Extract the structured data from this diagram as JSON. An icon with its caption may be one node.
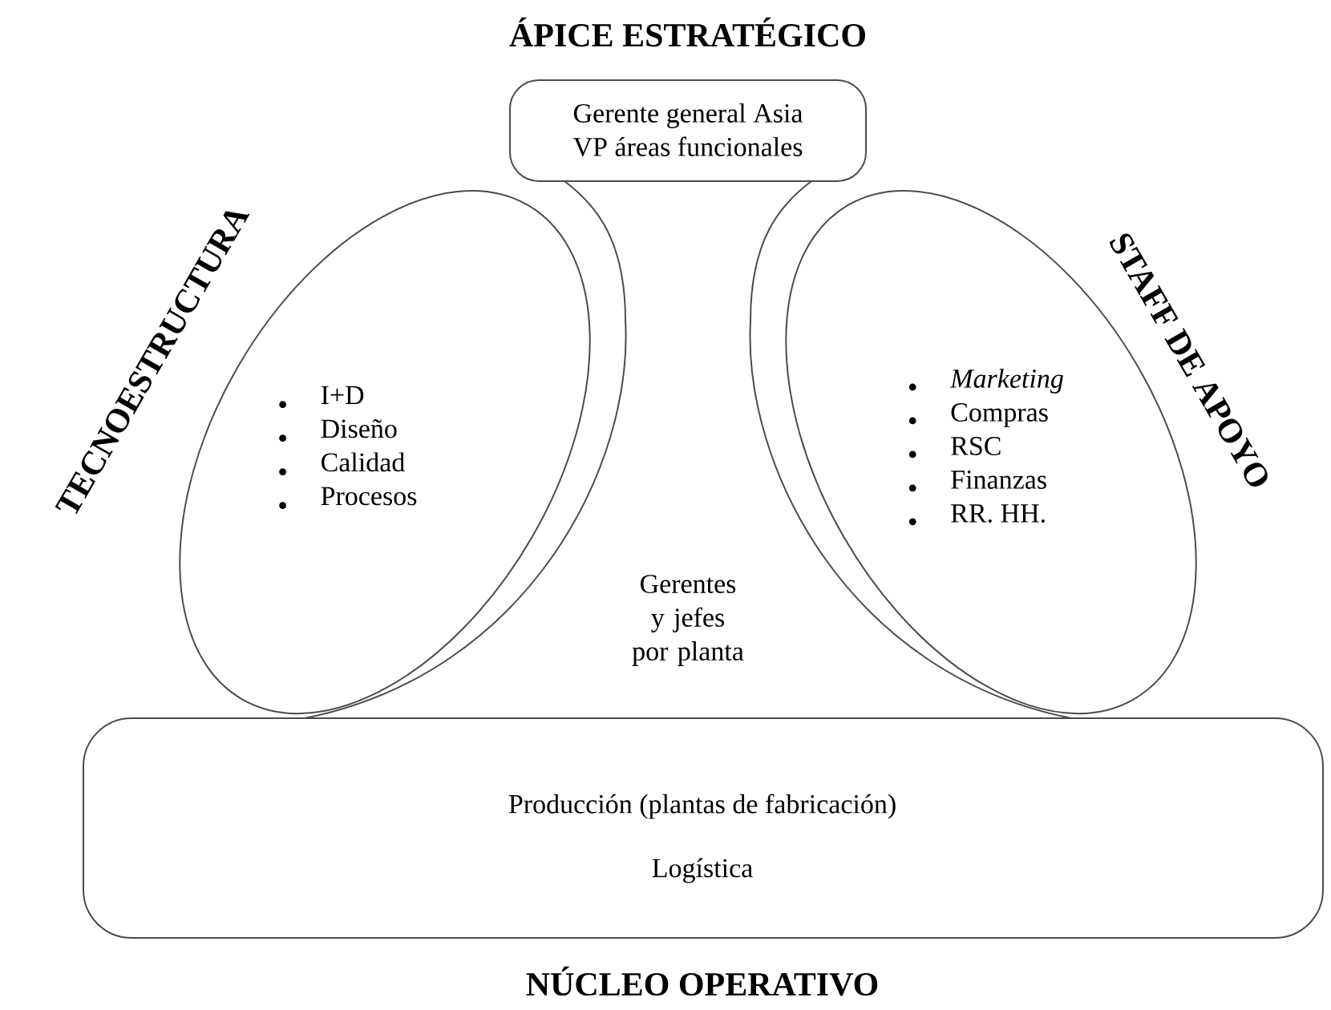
{
  "diagram": {
    "nodes": [
      {
        "text": [
          "ÁPICE ESTRATÉGICO",
          "Gerente general Asia",
          "VP áreas funcionales"
        ]
      },
      {
        "text": [
          "TECNOESTRUCTURA",
          "I+D",
          "Diseño",
          "Calidad",
          "Procesos"
        ]
      },
      {
        "text": [
          "STAFF DE APOYO",
          "*Marketing*",
          "Compras",
          "RSC",
          "Finanzas",
          "RR. HH."
        ]
      },
      {
        "text": [
          "Gerentes y jefes por planta"
        ]
      },
      {
        "text": [
          "Producción (plantas de fabricación)",
          "Logística",
          "NÚCLEO OPERATIVO"
        ]
      }
    ]
  }
}
